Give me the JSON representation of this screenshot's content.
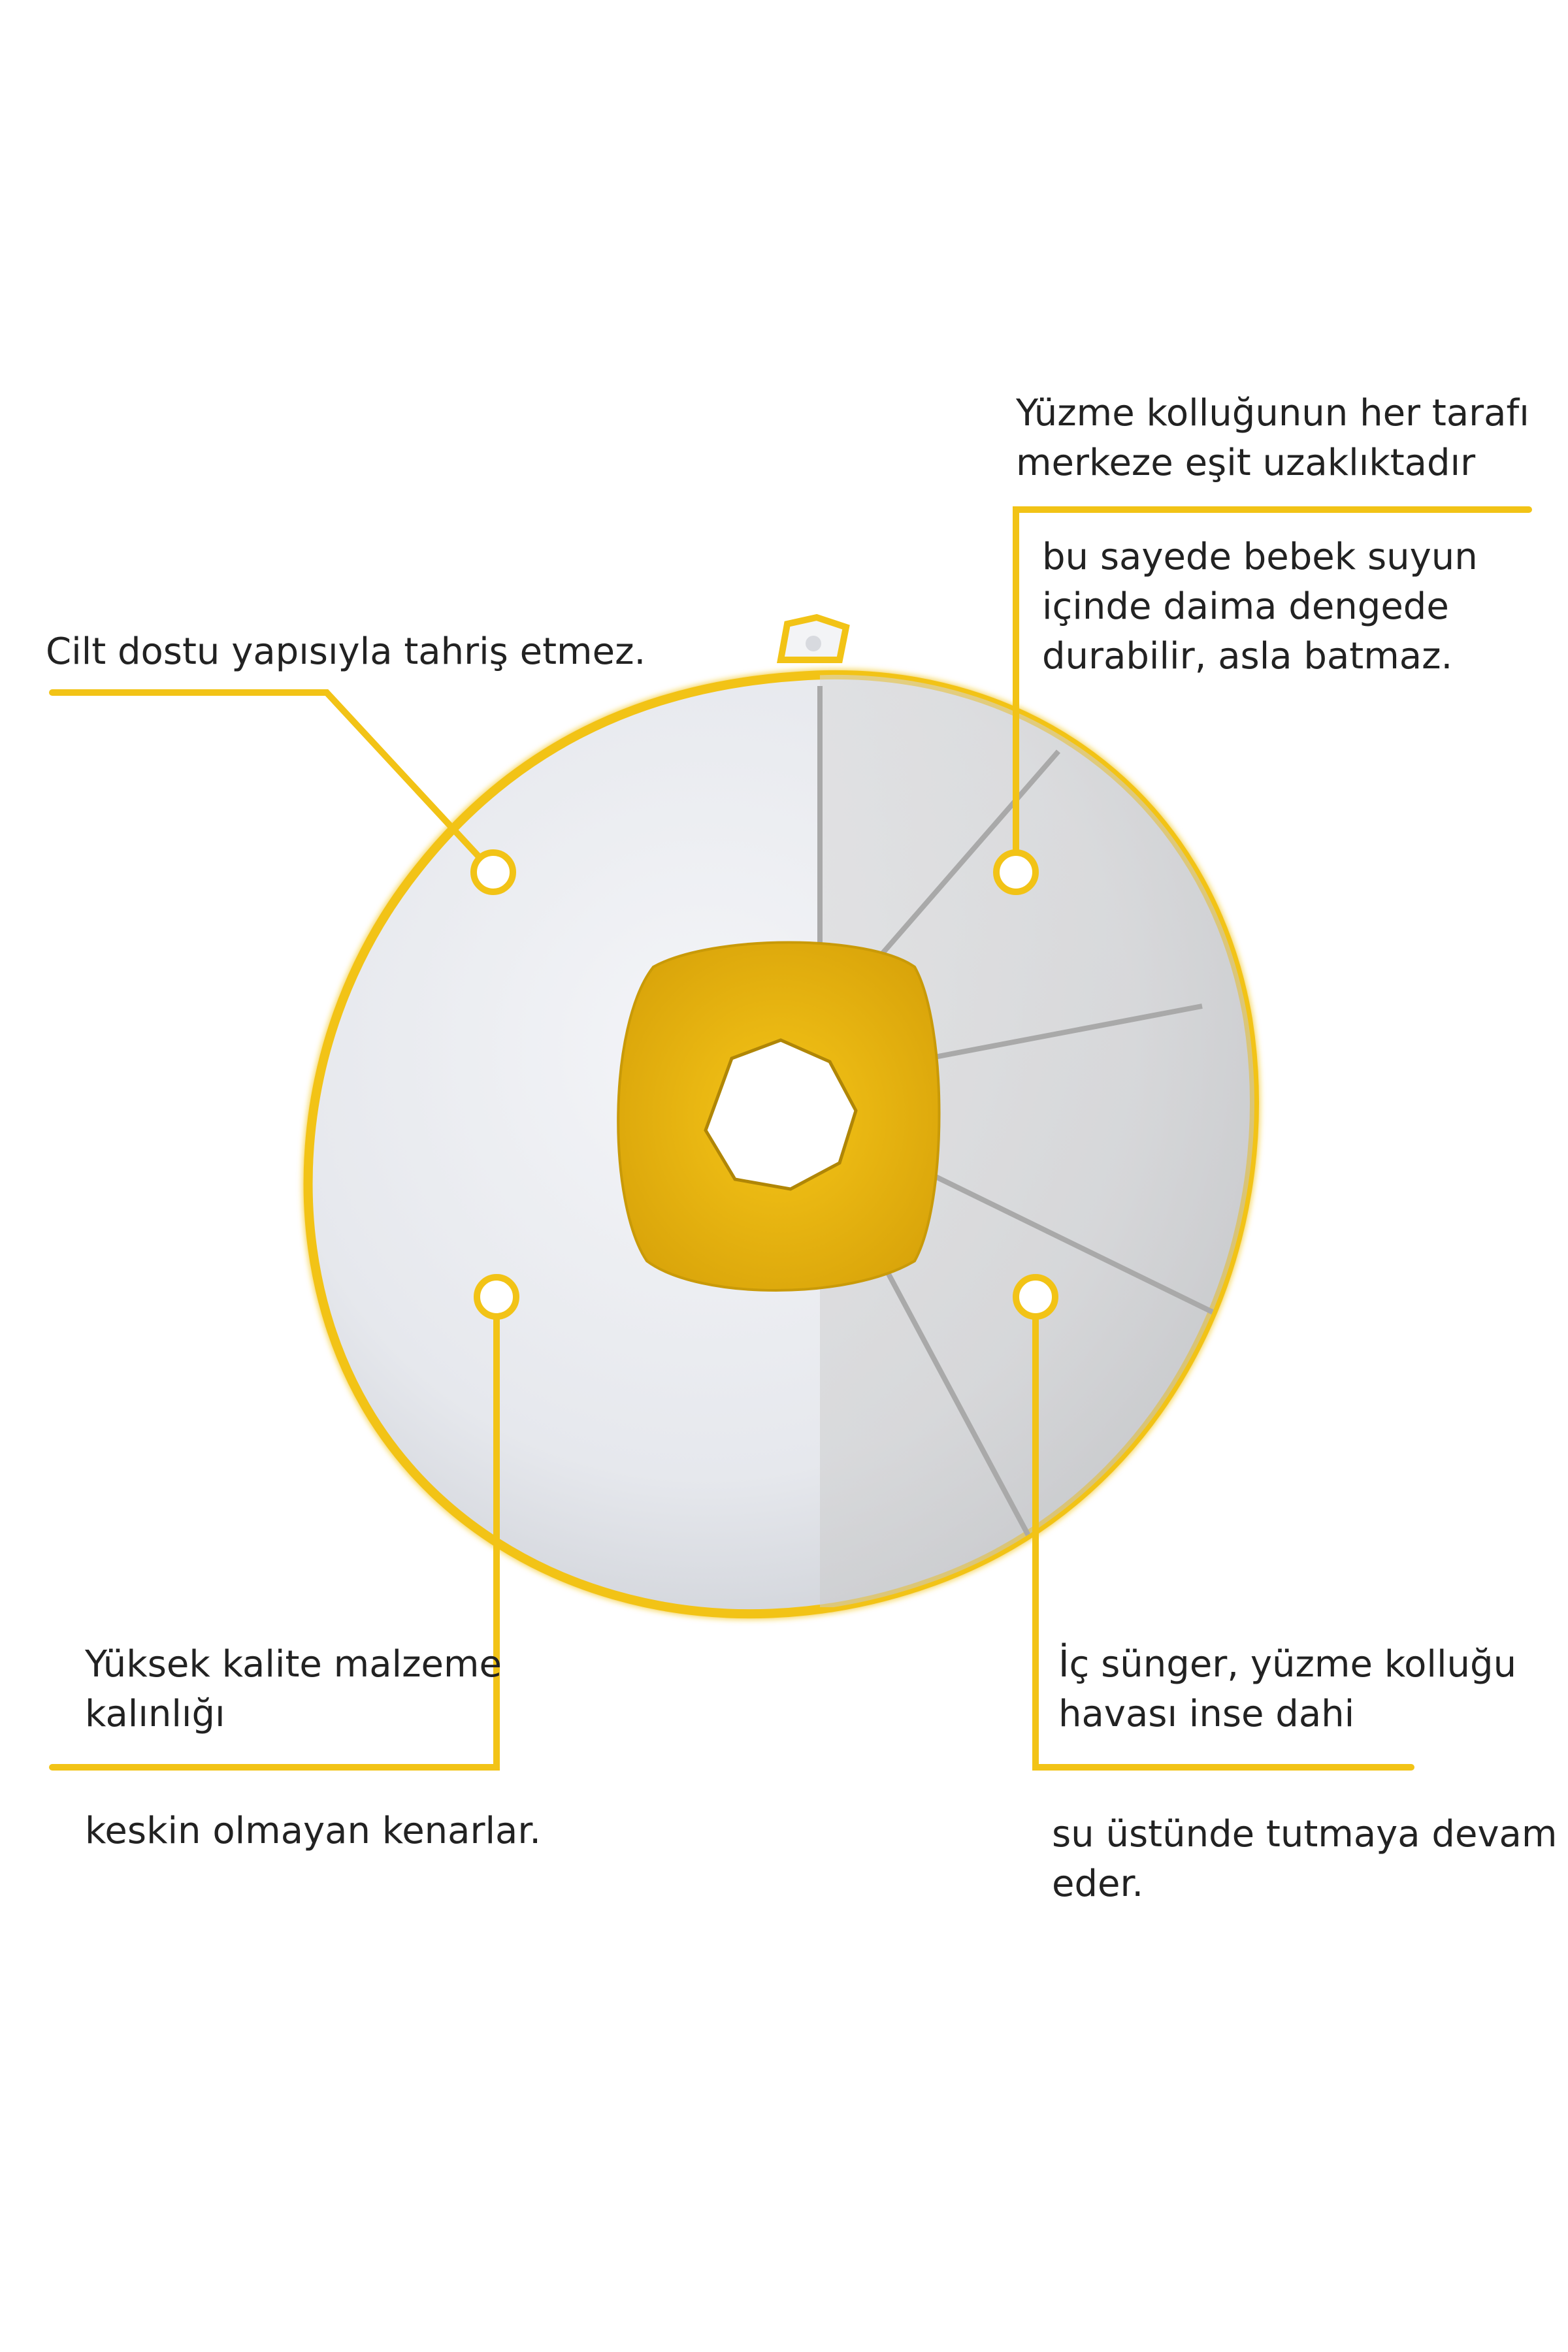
{
  "accent_color": "#f2c316",
  "callouts": {
    "top_left": {
      "line1": "Cilt dostu yapısıyla tahriş etmez."
    },
    "top_right": {
      "line1": "Yüzme kolluğunun her tarafı",
      "line2": "merkeze eşit uzaklıktadır",
      "sub1": "bu sayede bebek suyun",
      "sub2": "içinde daima dengede",
      "sub3": "durabilir, asla batmaz."
    },
    "bottom_left": {
      "line1": "Yüksek kalite malzeme",
      "line2": "kalınlığı",
      "sub1": "keskin olmayan kenarlar."
    },
    "bottom_right": {
      "line1": "İç sünger, yüzme kolluğu",
      "line2": "havası inse dahi",
      "sub1": "su üstünde tutmaya devam",
      "sub2": "eder."
    }
  }
}
